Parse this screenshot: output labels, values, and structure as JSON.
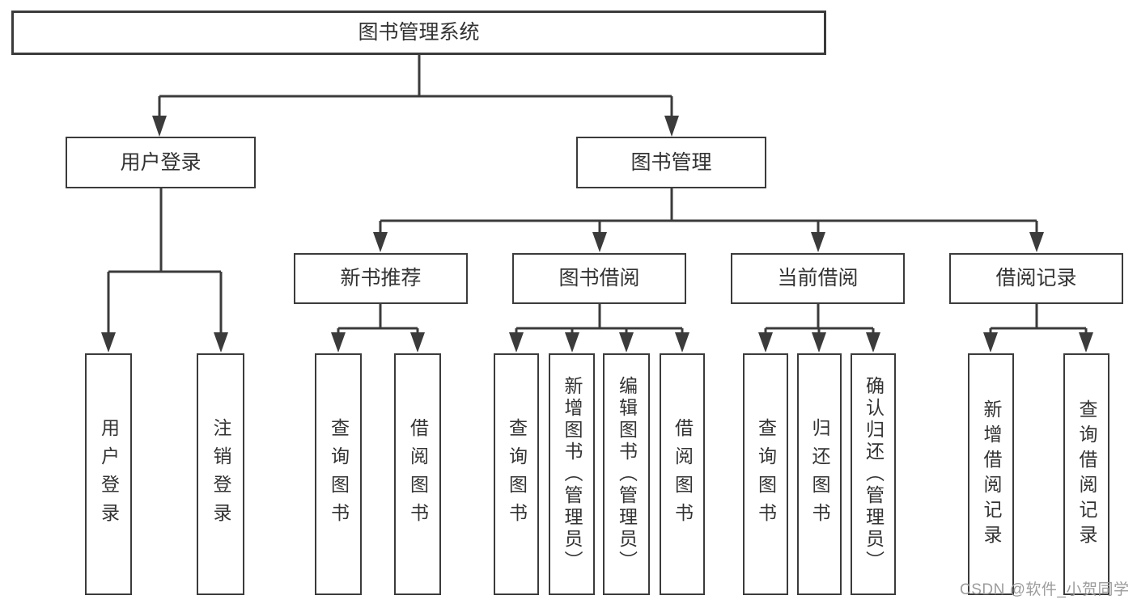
{
  "diagram_type": "hierarchy-org-chart",
  "colors": {
    "line": "#3b3b3b",
    "box_border": "#3b3b3b",
    "text": "#333333",
    "background": "#ffffff",
    "watermark": "#9c9c9c"
  },
  "tree": {
    "root": "图书管理系统",
    "children": [
      {
        "label": "用户登录",
        "children": [
          {
            "label": "用户登录"
          },
          {
            "label": "注销登录"
          }
        ]
      },
      {
        "label": "图书管理",
        "children": [
          {
            "label": "新书推荐",
            "children": [
              {
                "label": "查询图书"
              },
              {
                "label": "借阅图书"
              }
            ]
          },
          {
            "label": "图书借阅",
            "children": [
              {
                "label": "查询图书"
              },
              {
                "label": "新增图书（管理员）"
              },
              {
                "label": "编辑图书（管理员）"
              },
              {
                "label": "借阅图书"
              }
            ]
          },
          {
            "label": "当前借阅",
            "children": [
              {
                "label": "查询图书"
              },
              {
                "label": "归还图书"
              },
              {
                "label": "确认归还（管理员）"
              }
            ]
          },
          {
            "label": "借阅记录",
            "children": [
              {
                "label": "新增借阅记录"
              },
              {
                "label": "查询借阅记录"
              }
            ]
          }
        ]
      }
    ]
  },
  "watermark": {
    "text": "CSDN @软件_小贺同学"
  }
}
